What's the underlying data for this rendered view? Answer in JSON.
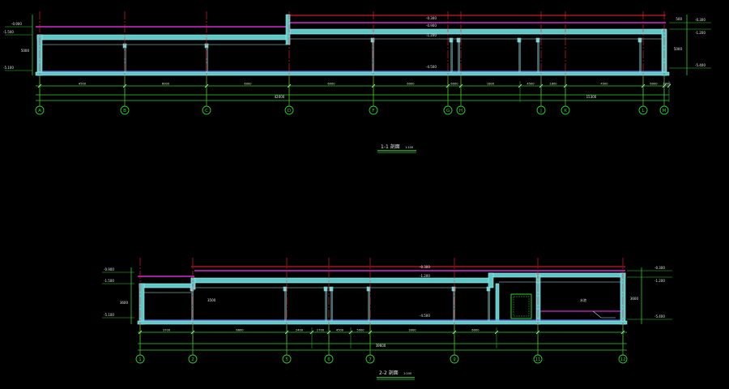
{
  "colors": {
    "background": "#000000",
    "structure": "#5ec8c8",
    "structure_edge": "#a8f0f0",
    "dimension": "#2fd02f",
    "grid_line": "#2fd02f",
    "axis_line": "#ff2030",
    "waterproof": "#ff30ff",
    "slab_blue": "#6d7bff",
    "white": "#ffffff"
  },
  "section1": {
    "title": "1-1 剖面",
    "scale": "1:100",
    "grid_labels": [
      "A",
      "B",
      "C",
      "D",
      "F",
      "G",
      "H",
      "J",
      "K",
      "L",
      "M"
    ],
    "bay_dims": [
      "4500",
      "6000",
      "6000",
      "6000",
      "6000",
      "6000",
      "1800",
      "4500",
      "1800",
      "4500",
      "6000",
      "2400"
    ],
    "total_dims": [
      "42000",
      "15300"
    ],
    "left_elevations": [
      "-0.900",
      "-1.500",
      "-5.100"
    ],
    "right_elevations": [
      "-0.300",
      "-1.200",
      "-5.400"
    ],
    "vertical_dims": [
      "5000",
      "500"
    ],
    "top_marks": [
      "-0.300",
      "-0.900",
      "-1.200",
      "-4.500"
    ]
  },
  "section2": {
    "title": "2-2 剖面",
    "scale": "1:100",
    "grid_labels": [
      "1",
      "2",
      "5",
      "6",
      "7",
      "9",
      "11",
      "12"
    ],
    "bay_dims": [
      "3700",
      "6600",
      "2400",
      "2700",
      "4500",
      "5000",
      "3000",
      "6000"
    ],
    "total_dims": [
      "39600"
    ],
    "left_elevations": [
      "-0.900",
      "-1.500",
      "-5.100"
    ],
    "right_elevations": [
      "-0.300",
      "-1.200",
      "-5.400"
    ],
    "vertical_dims": [
      "3600",
      "3500"
    ],
    "top_marks": [
      "-0.300",
      "-1.200",
      "-4.500"
    ],
    "room_tag": "水池"
  }
}
